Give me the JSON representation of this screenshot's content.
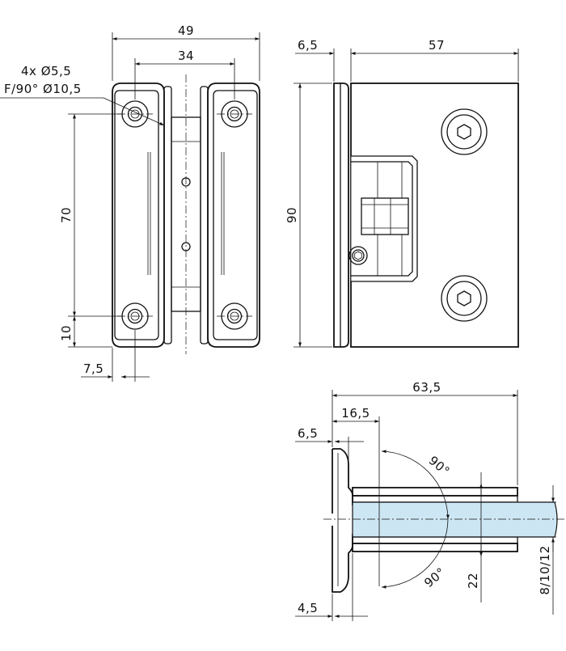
{
  "dimensions": {
    "front_width": "49",
    "front_hole_spacing": "34",
    "hole_note_line1": "4x  Ø5,5",
    "hole_note_line2": "F/90°  Ø10,5",
    "front_height_holes": "70",
    "front_edge_offset": "10",
    "front_side_offset": "7,5",
    "side_flange": "6,5",
    "side_width": "57",
    "side_height": "90",
    "top_total": "63,5",
    "top_offset": "16,5",
    "top_flange": "6,5",
    "top_angle_upper": "90°",
    "top_angle_lower": "90°",
    "top_plate_thickness": "4,5",
    "top_glass_depth": "22",
    "top_glass_thickness": "8/10/12"
  },
  "colors": {
    "line": "#111111",
    "glass": "#cde6f3"
  }
}
